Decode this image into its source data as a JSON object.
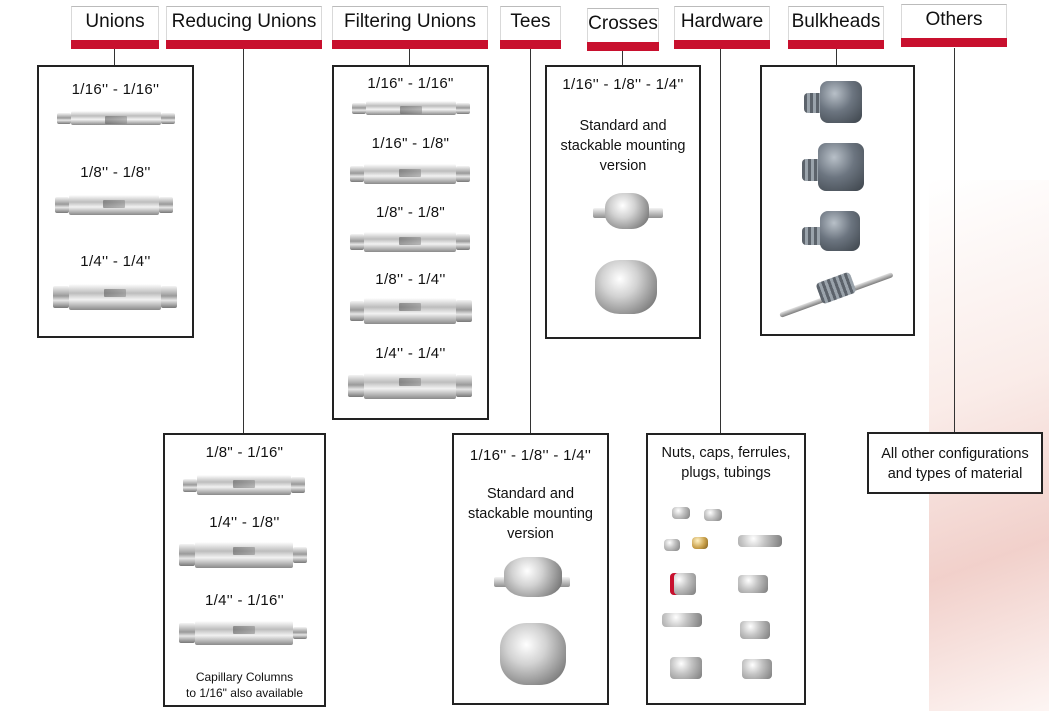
{
  "tabs": {
    "unions": "Unions",
    "reducing_unions": "Reducing Unions",
    "filtering_unions": "Filtering Unions",
    "tees": "Tees",
    "crosses": "Crosses",
    "hardware": "Hardware",
    "bulkheads": "Bulkheads",
    "others": "Others"
  },
  "unions": {
    "sizes": [
      "1/16'' - 1/16''",
      "1/8'' - 1/8''",
      "1/4'' - 1/4''"
    ]
  },
  "filtering_unions": {
    "sizes": [
      "1/16\" - 1/16\"",
      "1/16\" - 1/8\"",
      "1/8\" - 1/8\"",
      "1/8'' - 1/4''",
      "1/4'' - 1/4''"
    ]
  },
  "reducing_unions": {
    "sizes": [
      "1/8\" - 1/16\"",
      "1/4'' - 1/8''",
      "1/4'' - 1/16''"
    ],
    "note_line1": "Capillary Columns",
    "note_line2": "to 1/16\" also available"
  },
  "crosses": {
    "sizes": "1/16'' - 1/8'' - 1/4''",
    "desc_line1": "Standard and",
    "desc_line2": "stackable mounting",
    "desc_line3": "version"
  },
  "tees": {
    "sizes": "1/16'' - 1/8'' - 1/4''",
    "desc_line1": "Standard and",
    "desc_line2": "stackable mounting",
    "desc_line3": "version"
  },
  "hardware": {
    "desc_line1": "Nuts, caps, ferrules,",
    "desc_line2": "plugs, tubings"
  },
  "others": {
    "desc_line1": "All other configurations",
    "desc_line2": "and types of material"
  },
  "colors": {
    "accent": "#c8102e",
    "border": "#222222"
  }
}
